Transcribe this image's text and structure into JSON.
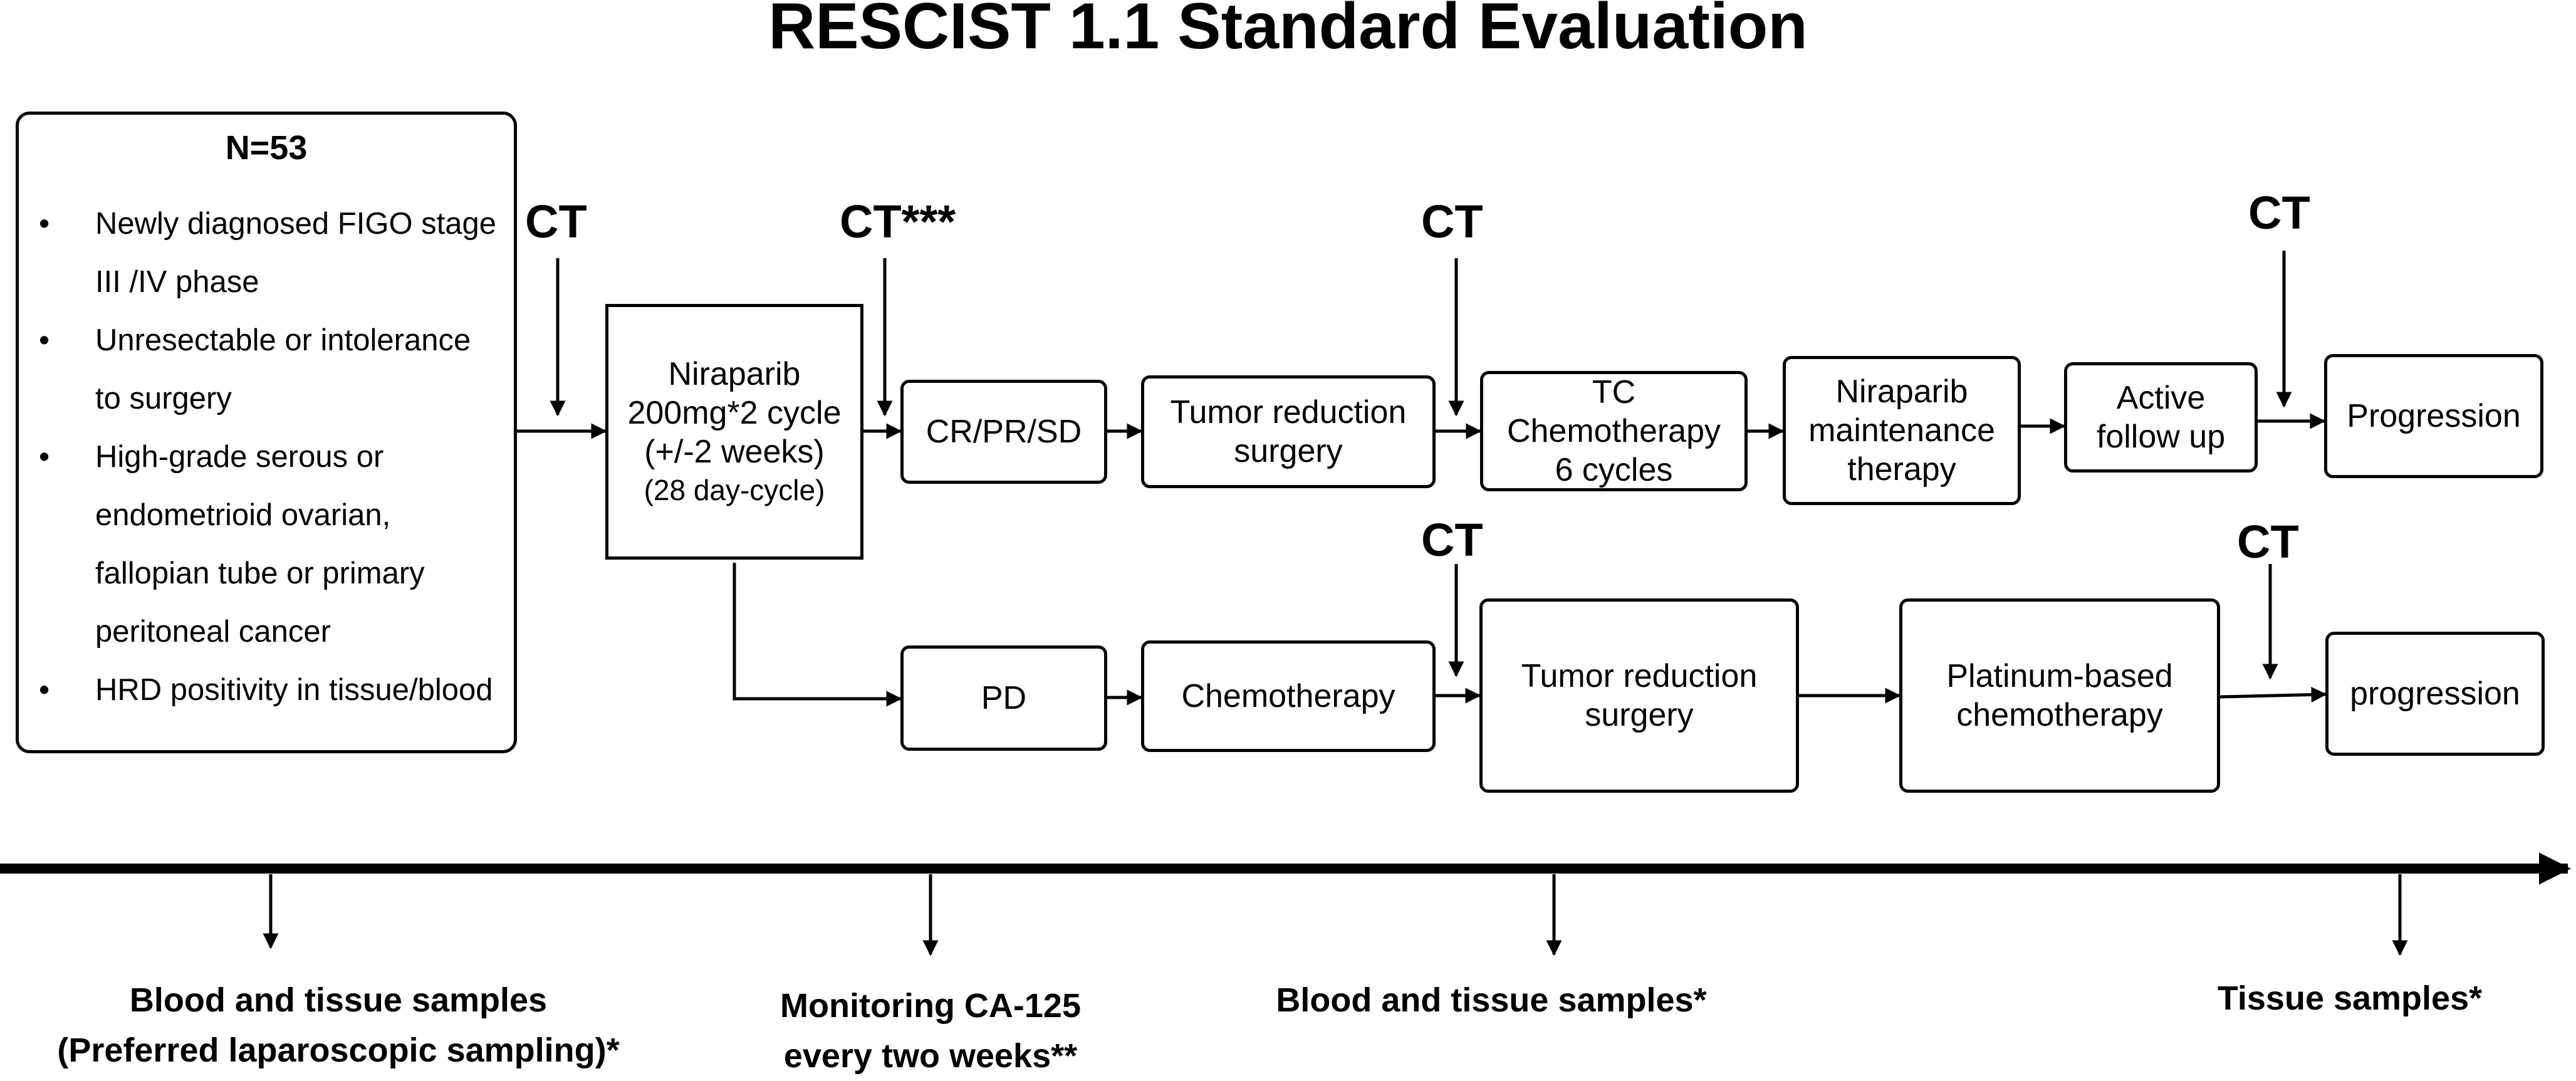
{
  "title": "RESCIST 1.1 Standard Evaluation",
  "eligibility": {
    "title": "N=53",
    "items": [
      {
        "bullet": "•",
        "lines": [
          "Newly diagnosed FIGO stage",
          "III /IV phase"
        ]
      },
      {
        "bullet": "•",
        "lines": [
          "Unresectable or intolerance",
          "to surgery"
        ]
      },
      {
        "bullet": "•",
        "lines": [
          "High-grade serous or",
          "endometrioid ovarian,",
          "fallopian tube or primary",
          "peritoneal cancer"
        ]
      },
      {
        "bullet": "•",
        "lines": [
          "HRD positivity in tissue/blood"
        ]
      }
    ]
  },
  "ct_labels": {
    "ct1": "CT",
    "ct2": "CT***",
    "ct3": "CT",
    "ct4": "CT",
    "ct5": "CT",
    "ct6": "CT"
  },
  "boxes": {
    "niraparib": "Niraparib\n200mg*2 cycle\n(+/-2 weeks)",
    "niraparib_sub": "(28 day-cycle)",
    "crprsd": "CR/PR/SD",
    "tumor_reduction_1": "Tumor reduction\nsurgery",
    "tc_chemo": "TC\nChemotherapy\n6 cycles",
    "niraparib_maint": "Niraparib\nmaintenance\ntherapy",
    "active_follow": "Active\nfollow up",
    "progression_1": "Progression",
    "pd": "PD",
    "chemotherapy": "Chemotherapy",
    "tumor_reduction_2": "Tumor reduction\nsurgery",
    "platinum": "Platinum-based\nchemotherapy",
    "progression_2": "progression"
  },
  "samples": {
    "s1": "Blood and tissue samples\n(Preferred laparoscopic sampling)*",
    "s2": "Monitoring CA-125\nevery two weeks**",
    "s3": "Blood and tissue samples*",
    "s4": "Tissue samples*"
  }
}
